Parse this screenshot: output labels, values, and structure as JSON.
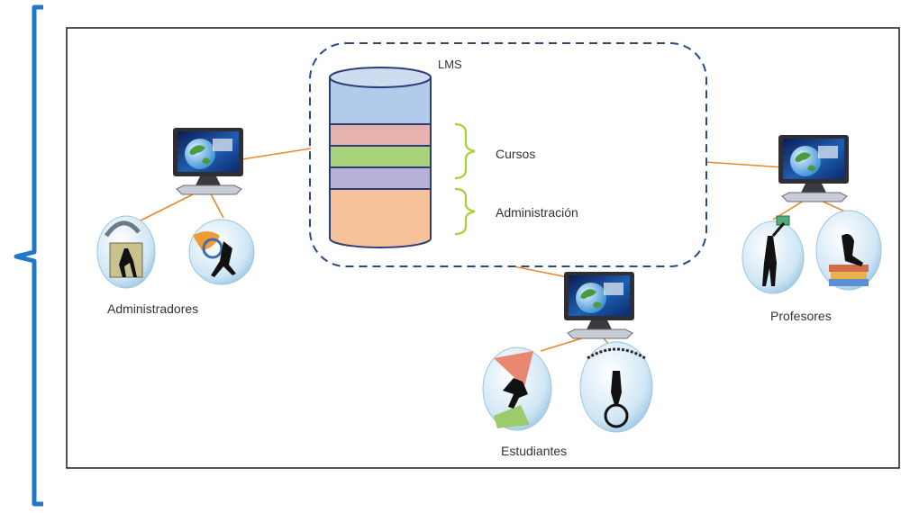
{
  "diagram": {
    "lms_label": "LMS",
    "segments": [
      {
        "label": "Cursos"
      },
      {
        "label": "Administración"
      }
    ],
    "groups": [
      {
        "label": "Administradores"
      },
      {
        "label": "Profesores"
      },
      {
        "label": "Estudiantes"
      }
    ],
    "colors": {
      "bracket": "#1f78c8",
      "frame": "#1a1a1a",
      "dashed_box": "#2a4a86",
      "connector": "#e58a2a",
      "brace": "#a6cf3a",
      "db_top": "#b3cbea",
      "db_band_pink": "#e6b2ad",
      "db_band_green": "#a9d27b",
      "db_band_lavender": "#b9b2d8",
      "db_bottom": "#f7c29a",
      "db_outline": "#2c3d78"
    }
  }
}
